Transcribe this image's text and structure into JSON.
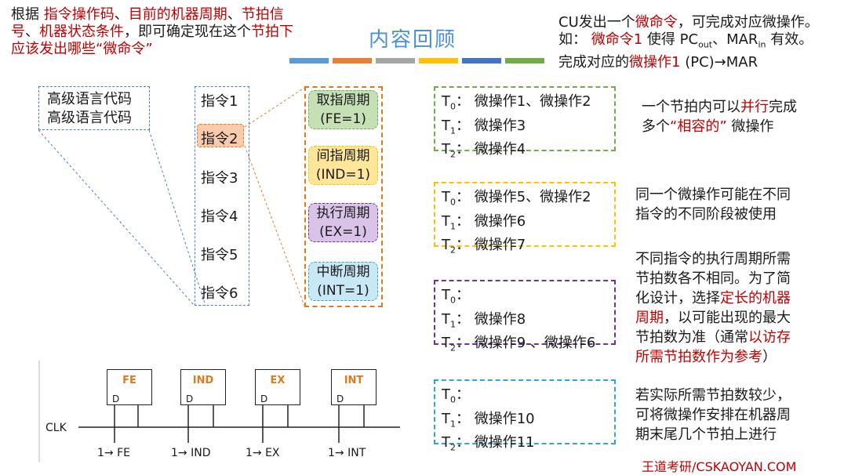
{
  "intro": {
    "prefix": "根据",
    "op": "指令操作码",
    "sep1": "、",
    "cycle": "目前的机器周期",
    "sep2": "、",
    "beat": "节拍信号",
    "sep3": "、",
    "state": "机器状态条件",
    "rest": "，即可确定现在这个",
    "beat2": "节拍下应该发出哪些",
    "quote": "“微命令”"
  },
  "title": "内容回顾",
  "color_bars": [
    "#5b9bd5",
    "#ed7d31",
    "#a5a5a5",
    "#ffc000",
    "#4472c4",
    "#70ad47"
  ],
  "cu": {
    "l1a": "CU发出一个",
    "l1b": "微命令",
    "l1c": "，可完成对应微操作。",
    "l2a": "如：",
    "l2b": "微命令1",
    "l2c": "使得 PC",
    "l2c_sub": "out",
    "l2d": "、MAR",
    "l2d_sub": "in",
    "l2e": "有效。",
    "l3a": "完成对应的",
    "l3b": "微操作1",
    "l3c": "(PC)→MAR"
  },
  "code_box": {
    "line1": "高级语言代码",
    "line2": "高级语言代码"
  },
  "instructions": [
    "指令1",
    "指令2",
    "指令3",
    "指令4",
    "指令5",
    "指令6"
  ],
  "cycles": [
    {
      "name": "取指周期",
      "flag": "(FE=1)"
    },
    {
      "name": "间指周期",
      "flag": "(IND=1)"
    },
    {
      "name": "执行周期",
      "flag": "(EX=1)"
    },
    {
      "name": "中断周期",
      "flag": "(INT=1)"
    }
  ],
  "op_groups": [
    {
      "t0": "微操作1、微操作2",
      "t1": "微操作3",
      "t2": "微操作4"
    },
    {
      "t0": "微操作5、微操作2",
      "t1": "微操作6",
      "t2": "微操作7"
    },
    {
      "t0": "",
      "t1": "微操作8",
      "t2": "微操作9 、微操作6"
    },
    {
      "t0": "",
      "t1": "微操作10",
      "t2": "微操作11"
    }
  ],
  "t_label": "T",
  "t_subs": [
    "0",
    "1",
    "2"
  ],
  "t_colon": "：",
  "notes": {
    "n1a": "一个节拍内可以",
    "n1b": "并行",
    "n1c": "完成",
    "n1d": "多个",
    "n1e": "“相容的”",
    "n1f": "微操作",
    "n2a": "同一个微操作可能在不同",
    "n2b": "指令的不同阶段被使用",
    "n3a": "不同指令的执行周期所需",
    "n3b": "节拍数各不相同。为了简",
    "n3c": "化设计，选择",
    "n3d": "定长的机器",
    "n3e": "周期",
    "n3f": "，以可能出现的最大",
    "n3g": "节拍数为准（通常",
    "n3h": "以访存",
    "n3i": "所需节拍数作为参考",
    "n3j": "）",
    "n4a": "若实际所需节拍数较少，",
    "n4b": "可将微操作安排在机器周",
    "n4c": "期末尾几个节拍上进行"
  },
  "circuit": {
    "clk": "CLK",
    "regs": [
      "FE",
      "IND",
      "EX",
      "INT"
    ],
    "d": "D",
    "inputs": [
      "1→ FE",
      "1→ IND",
      "1→ EX",
      "1→ INT"
    ]
  },
  "footer": "王道考研/CSKAOYAN.COM"
}
